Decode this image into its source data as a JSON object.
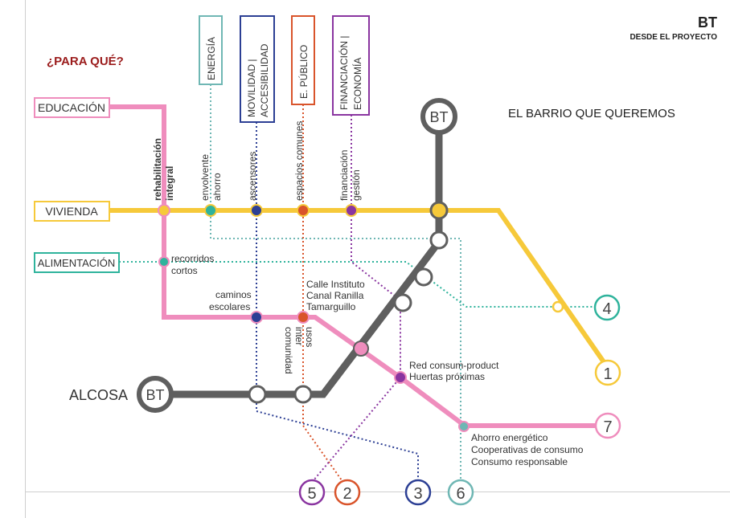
{
  "header": {
    "brand": "BT",
    "subtitle": "DESDE EL PROYECTO",
    "question": "¿PARA QUÉ?",
    "slogan": "EL BARRIO QUE QUEREMOS"
  },
  "left_labels": {
    "educacion": "EDUCACIÓN",
    "vivienda": "VIVIENDA",
    "alimentacion": "ALIMENTACIÓN",
    "alcosa": "ALCOSA"
  },
  "top_boxes": {
    "energia": "ENERGÍA",
    "movilidad_1": "MOVILIDAD |",
    "movilidad_2": "ACCESIBILIDAD",
    "espacio": "E. PÚBLICO",
    "financiacion_1": "FINANCIACIÓN |",
    "financiacion_2": "ECONOMÍA"
  },
  "vertical_labels": {
    "rehab_1": "rehabilitación",
    "rehab_2": "integral",
    "envolvente_1": "envolvente",
    "envolvente_2": "ahorro",
    "ascensores": "ascensores",
    "espacios": "espacios comunes",
    "fin_1": "financiación",
    "fin_2": "gestión",
    "usos_1": "usos",
    "usos_2": "inter",
    "usos_3": "comunidad"
  },
  "notes": {
    "recorridos_1": "recorridos",
    "recorridos_2": "cortos",
    "caminos_1": "caminos",
    "caminos_2": "escolares",
    "calle_1": "Calle Instituto",
    "calle_2": "Canal Ranilla",
    "calle_3": "Tamarguillo",
    "red_1": "Red consum-product",
    "red_2": "Huertas próximas",
    "ahorro_1": "Ahorro energético",
    "ahorro_2": "Cooperativas de consumo",
    "ahorro_3": "Consumo responsable"
  },
  "terminals": {
    "bt_top": "BT",
    "bt_left": "BT",
    "n1": "1",
    "n2": "2",
    "n3": "3",
    "n4": "4",
    "n5": "5",
    "n6": "6",
    "n7": "7"
  },
  "colors": {
    "pink": "#ef8dbd",
    "yellow": "#f6c93a",
    "teal": "#2fb39c",
    "blue": "#2c3f94",
    "orange": "#d9542b",
    "purple": "#8a35a0",
    "gray": "#5f5f5f",
    "dark_red": "#9b1c1c",
    "light_teal": "#6fb7b4"
  }
}
